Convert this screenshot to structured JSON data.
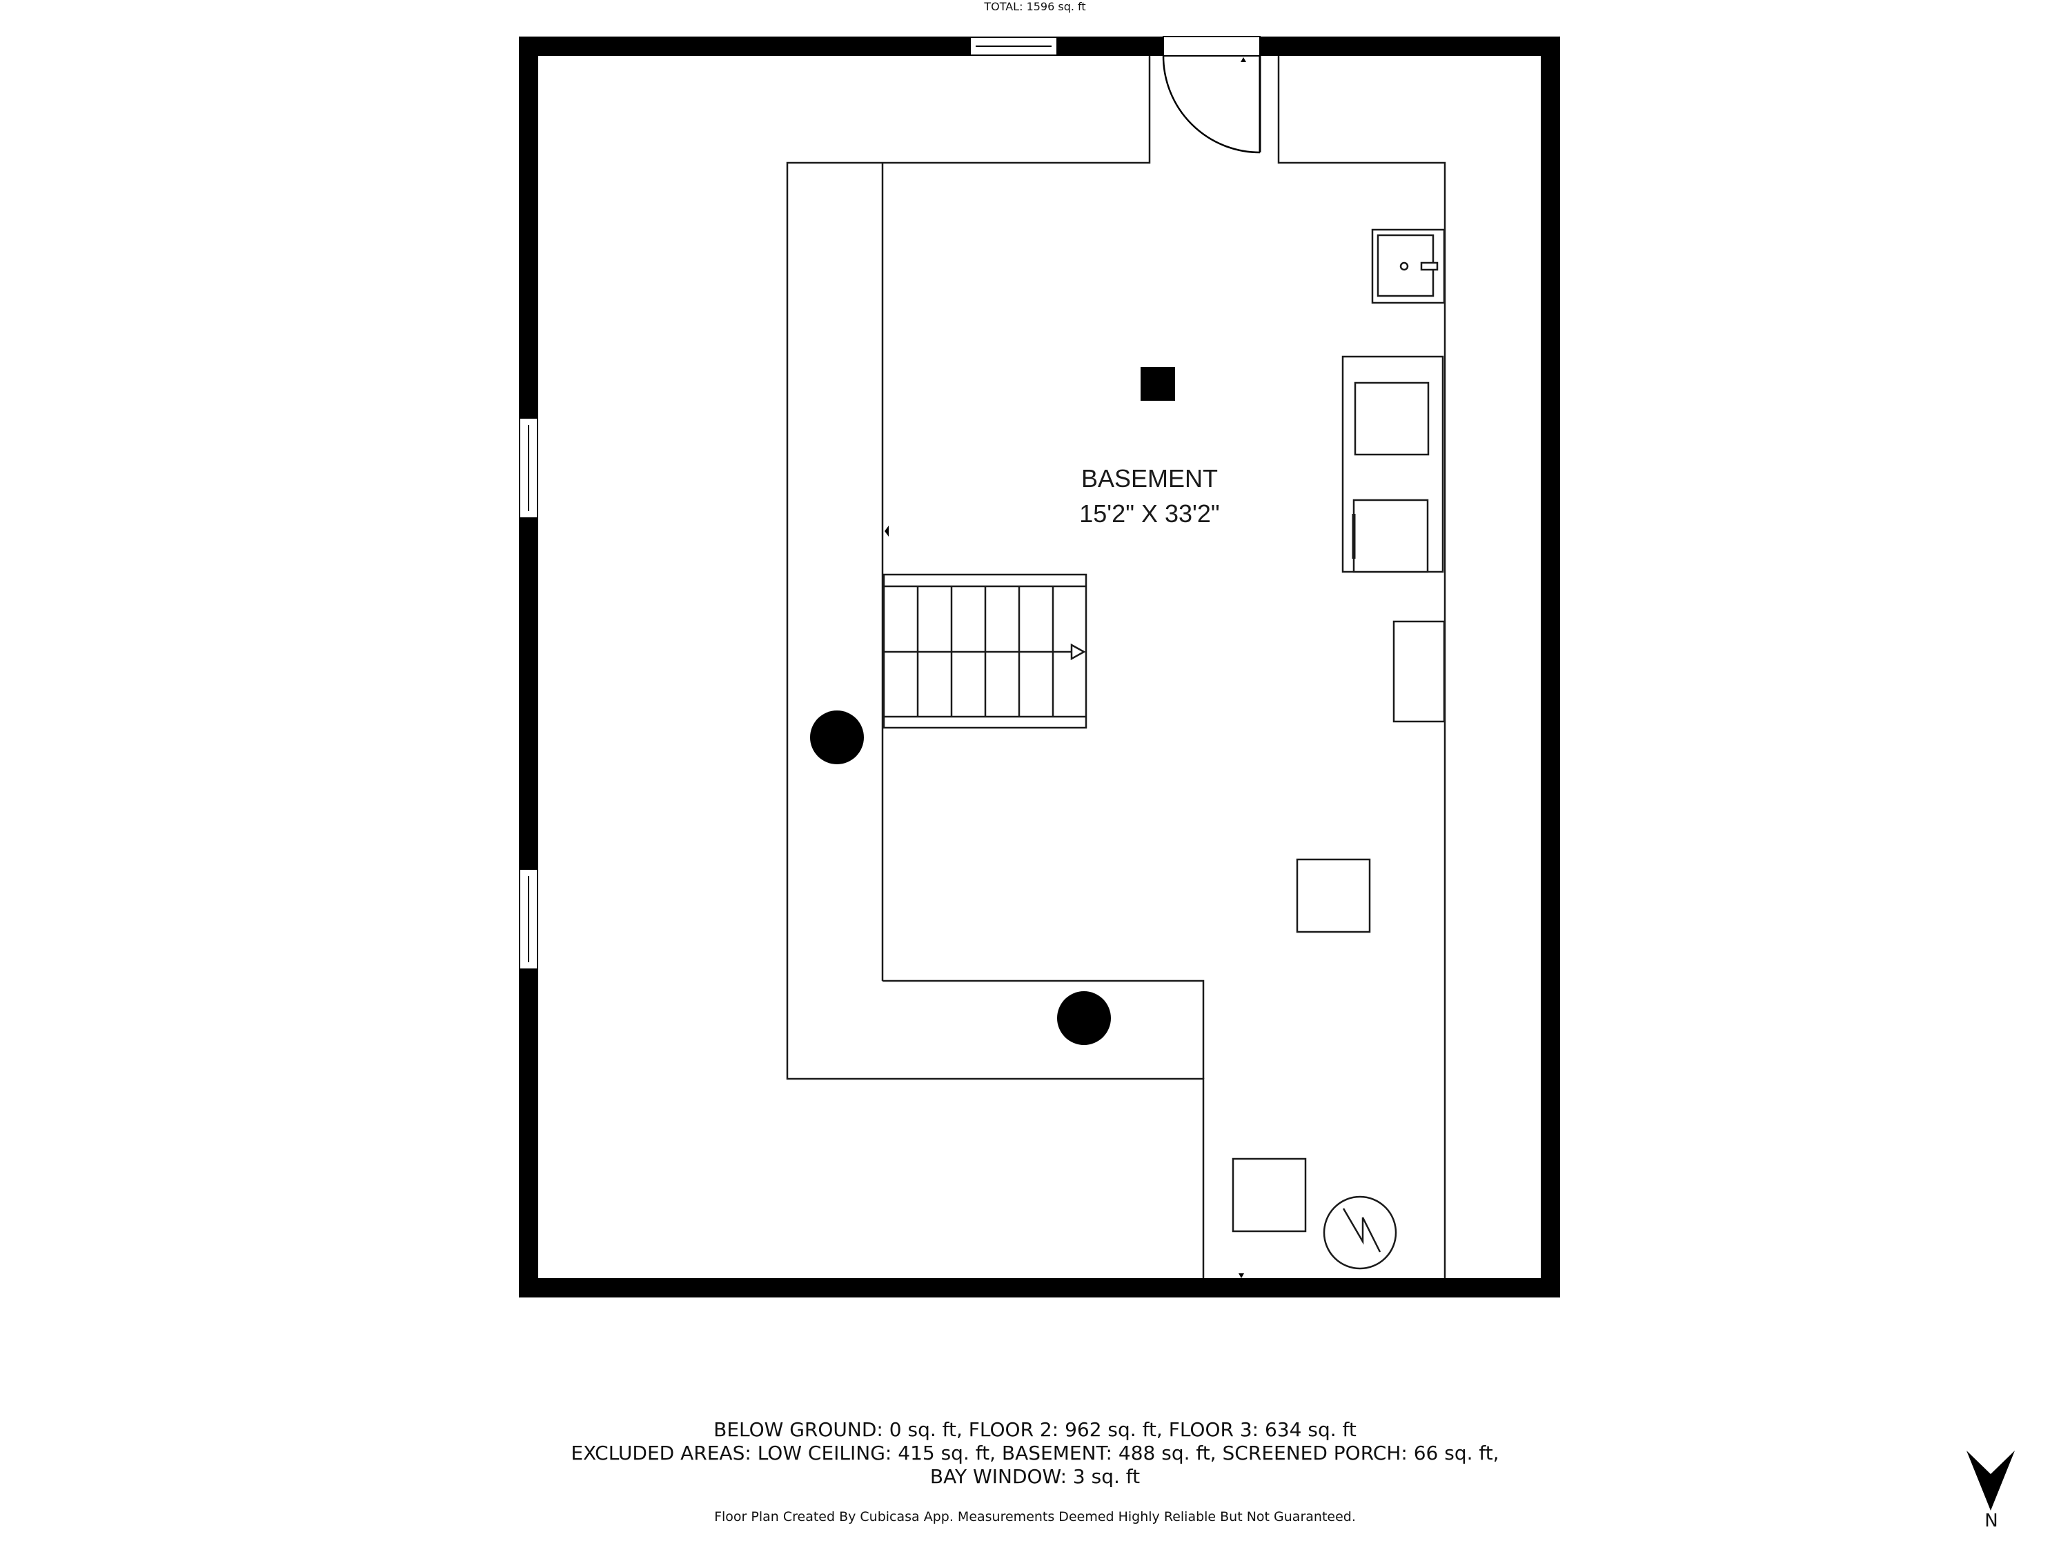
{
  "room": {
    "name": "BASEMENT",
    "dimensions": "15'2\" X 33'2\""
  },
  "summary": {
    "total": "TOTAL: 1596 sq. ft",
    "line1": "BELOW GROUND: 0 sq. ft, FLOOR 2: 962 sq. ft, FLOOR 3: 634 sq. ft",
    "line2": "EXCLUDED AREAS: LOW CEILING: 415 sq. ft, BASEMENT: 488 sq. ft, SCREENED PORCH: 66 sq. ft,",
    "line3": "BAY WINDOW: 3 sq. ft"
  },
  "credit": "Floor Plan Created By Cubicasa App. Measurements Deemed Highly Reliable But Not Guaranteed.",
  "compass": {
    "label": "N",
    "icon": "north-arrow-icon"
  },
  "colors": {
    "wall": "#000000",
    "line": "#1a1a1a",
    "background": "#ffffff"
  }
}
